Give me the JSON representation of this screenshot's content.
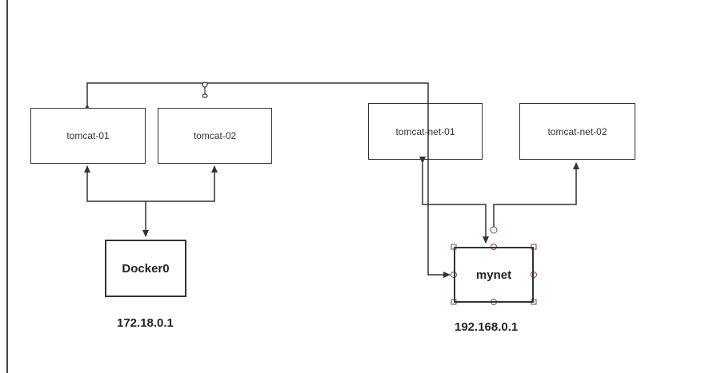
{
  "nodes": {
    "tomcat_01": "tomcat-01",
    "tomcat_02": "tomcat-02",
    "tomcat_net_01": "tomcat-net-01",
    "tomcat_net_02": "tomcat-net-02",
    "docker0": "Docker0",
    "mynet": "mynet"
  },
  "ips": {
    "docker0_ip": "172.18.0.1",
    "mynet_ip": "192.168.0.1"
  },
  "colors": {
    "line": "#333333",
    "selection_handle": "#8a3a5a"
  }
}
